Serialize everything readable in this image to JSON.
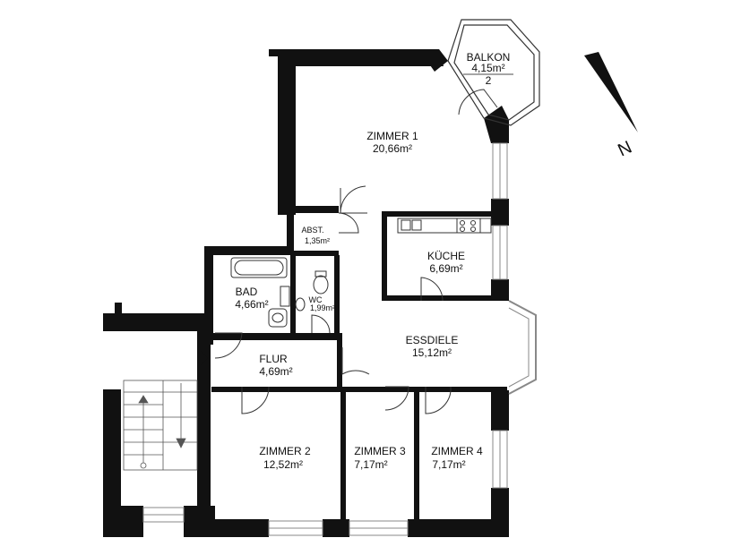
{
  "rooms": {
    "balkon": {
      "name": "BALKON",
      "area": "4,15m²",
      "note": "2"
    },
    "zimmer1": {
      "name": "ZIMMER 1",
      "area": "20,66m²"
    },
    "abst": {
      "name": "ABST.",
      "area": "1,35m²"
    },
    "kueche": {
      "name": "KÜCHE",
      "area": "6,69m²"
    },
    "bad": {
      "name": "BAD",
      "area": "4,66m²"
    },
    "wc": {
      "name": "WC",
      "area": "1,99m²"
    },
    "essdiele": {
      "name": "ESSDIELE",
      "area": "15,12m²"
    },
    "flur": {
      "name": "FLUR",
      "area": "4,69m²"
    },
    "zimmer2": {
      "name": "ZIMMER 2",
      "area": "12,52m²"
    },
    "zimmer3": {
      "name": "ZIMMER 3",
      "area": "7,17m²"
    },
    "zimmer4": {
      "name": "ZIMMER 4",
      "area": "7,17m²"
    }
  },
  "compass": {
    "label": "N"
  },
  "colors": {
    "wall": "#111111",
    "window": "#888888",
    "background": "#ffffff"
  }
}
